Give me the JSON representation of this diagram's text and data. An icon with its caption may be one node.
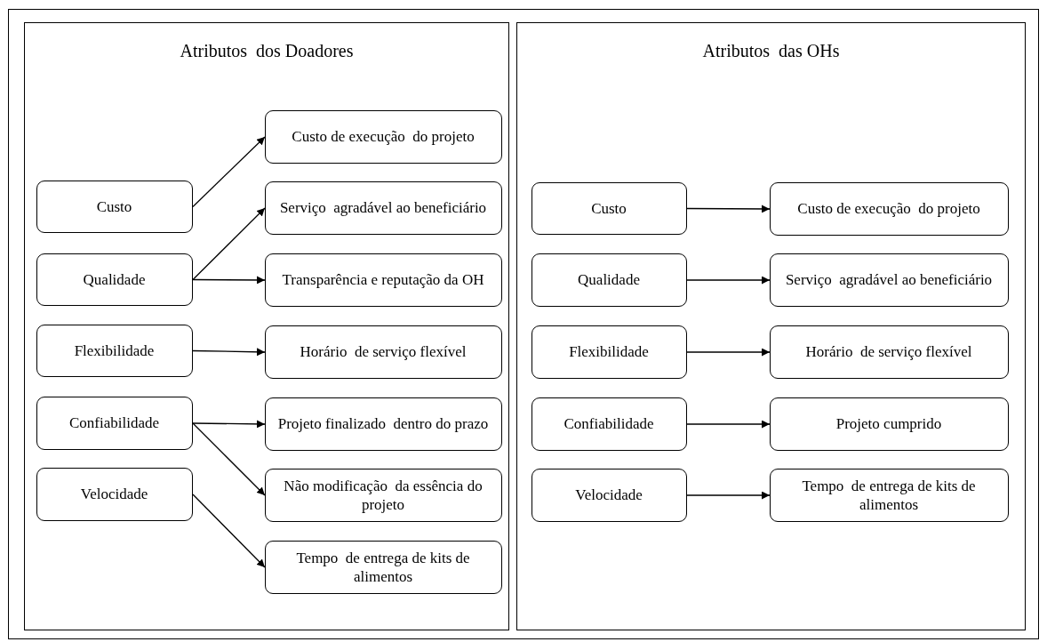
{
  "diagram": {
    "nodes": [
      {
        "text": [
          "Atributos  dos Doadores"
        ]
      },
      {
        "text": [
          "Custo de execução  do projeto"
        ],
        "in": 0
      },
      {
        "text": [
          "Custo"
        ],
        "in": 0
      },
      {
        "text": [
          "Serviço  agradável ao beneficiário"
        ],
        "in": 0
      },
      {
        "text": [
          "Qualidade"
        ],
        "in": 0
      },
      {
        "text": [
          "Transparência e reputação da OH"
        ],
        "in": 0
      },
      {
        "text": [
          "Flexibilidade"
        ],
        "in": 0
      },
      {
        "text": [
          "Horário  de serviço flexível"
        ],
        "in": 0
      },
      {
        "text": [
          "Confiabilidade"
        ],
        "in": 0
      },
      {
        "text": [
          "Projeto finalizado  dentro do prazo"
        ],
        "in": 0
      },
      {
        "text": [
          "Não modificação  da essência do projeto"
        ],
        "in": 0
      },
      {
        "text": [
          "Velocidade"
        ],
        "in": 0
      },
      {
        "text": [
          "Tempo  de entrega de kits de alimentos"
        ],
        "in": 0
      },
      {
        "text": [
          "Atributos  das OHs"
        ]
      },
      {
        "text": [
          "Custo"
        ],
        "in": 13
      },
      {
        "text": [
          "Custo de execução  do projeto"
        ],
        "in": 13
      },
      {
        "text": [
          "Qualidade"
        ],
        "in": 13
      },
      {
        "text": [
          "Serviço  agradável ao beneficiário"
        ],
        "in": 13
      },
      {
        "text": [
          "Flexibilidade"
        ],
        "in": 13
      },
      {
        "text": [
          "Horário  de serviço flexível"
        ],
        "in": 13
      },
      {
        "text": [
          "Confiabilidade"
        ],
        "in": 13
      },
      {
        "text": [
          "Projeto cumprido"
        ],
        "in": 13
      },
      {
        "text": [
          "Velocidade"
        ],
        "in": 13
      },
      {
        "text": [
          "Tempo  de entrega de kits de alimentos"
        ],
        "in": 13
      }
    ],
    "edges": [
      {
        "from": 2,
        "to": 1,
        "arrow": "to"
      },
      {
        "from": 4,
        "to": 3,
        "arrow": "to"
      },
      {
        "from": 4,
        "to": 5,
        "arrow": "to"
      },
      {
        "from": 6,
        "to": 7,
        "arrow": "to"
      },
      {
        "from": 8,
        "to": 9,
        "arrow": "to"
      },
      {
        "from": 8,
        "to": 10,
        "arrow": "to"
      },
      {
        "from": 11,
        "to": 12,
        "arrow": "to"
      },
      {
        "from": 14,
        "to": 15,
        "arrow": "to"
      },
      {
        "from": 16,
        "to": 17,
        "arrow": "to"
      },
      {
        "from": 18,
        "to": 19,
        "arrow": "to"
      },
      {
        "from": 20,
        "to": 21,
        "arrow": "to"
      },
      {
        "from": 22,
        "to": 23,
        "arrow": "to"
      }
    ]
  }
}
